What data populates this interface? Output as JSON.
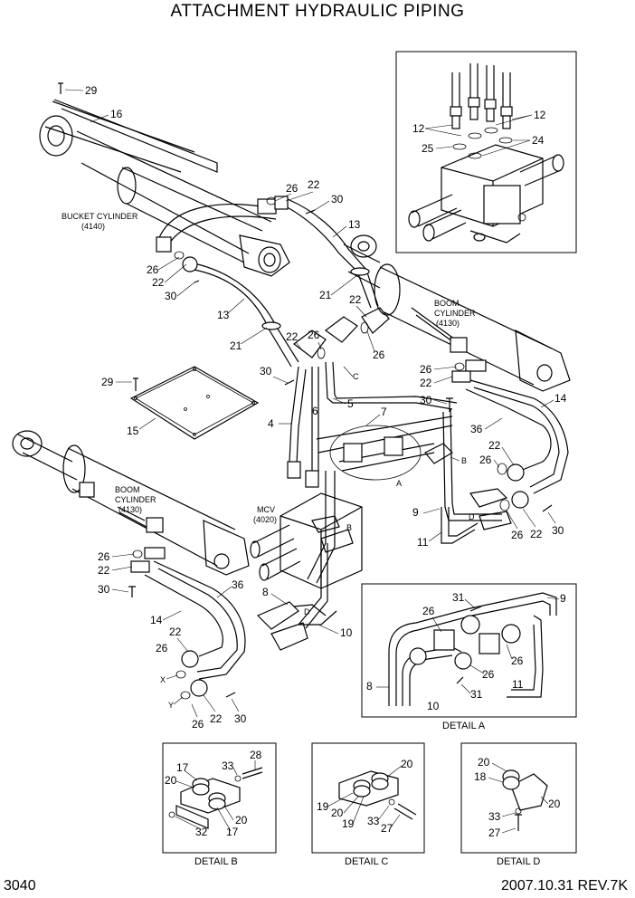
{
  "title": "ATTACHMENT HYDRAULIC PIPING",
  "page_number": "3040",
  "revision": "2007.10.31  REV.7K",
  "components": {
    "bucket_cylinder": "BUCKET CYLINDER",
    "bucket_cylinder_code": "(4140)",
    "boom_cylinder_right": "BOOM",
    "boom_cylinder_right_2": "CYLINDER",
    "boom_cylinder_right_code": "(4130)",
    "boom_cylinder_left": "BOOM",
    "boom_cylinder_left_2": "CYLINDER",
    "boom_cylinder_left_code": "(4130)",
    "mcv": "MCV",
    "mcv_code": "(4020)"
  },
  "details": {
    "a": "DETAIL A",
    "b": "DETAIL B",
    "c": "DETAIL C",
    "d": "DETAIL D"
  },
  "callouts": {
    "c29a": "29",
    "c16": "16",
    "c26a": "26",
    "c22a": "22",
    "c30a": "30",
    "c13a": "13",
    "c26b": "26",
    "c22b": "22",
    "c30b": "30",
    "c13b": "13",
    "c21a": "21",
    "c21b": "21",
    "c22c": "22",
    "c26c": "26",
    "c22d": "22",
    "c26d": "26",
    "cC": "C",
    "c30c": "30",
    "c29b": "29",
    "c15": "15",
    "c4": "4",
    "c6": "6",
    "c5": "5",
    "c7": "7",
    "c26e": "26",
    "c22e": "22",
    "c30d": "30",
    "c14a": "14",
    "c36a": "36",
    "c22f": "22",
    "c26f": "26",
    "cB": "B",
    "cA": "A",
    "c9": "9",
    "cD": "D",
    "c11": "11",
    "c26g": "26",
    "c22g": "22",
    "c30e": "30",
    "cB2": "B",
    "c12a": "12",
    "c12b": "12",
    "c25": "25",
    "c24": "24",
    "c26h": "26",
    "c22h": "22",
    "c30f": "30",
    "c36b": "36",
    "c14b": "14",
    "c8": "8",
    "cD2": "D",
    "c10": "10",
    "c22i": "22",
    "c26i": "26",
    "cX": "X",
    "cY": "Y",
    "c26j": "26",
    "c22j": "22",
    "c30g": "30",
    "dA_31a": "31",
    "dA_9": "9",
    "dA_26a": "26",
    "dA_26b": "26",
    "dA_26c": "26",
    "dA_11": "11",
    "dA_8": "8",
    "dA_31b": "31",
    "dA_10": "10",
    "dB_28": "28",
    "dB_33": "33",
    "dB_17a": "17",
    "dB_20a": "20",
    "dB_20b": "20",
    "dB_32": "32",
    "dB_17b": "17",
    "dC_20": "20",
    "dC_19a": "19",
    "dC_20b": "20",
    "dC_19b": "19",
    "dC_33": "33",
    "dC_27": "27",
    "dD_20a": "20",
    "dD_18": "18",
    "dD_20b": "20",
    "dD_33": "33",
    "dD_27": "27"
  }
}
